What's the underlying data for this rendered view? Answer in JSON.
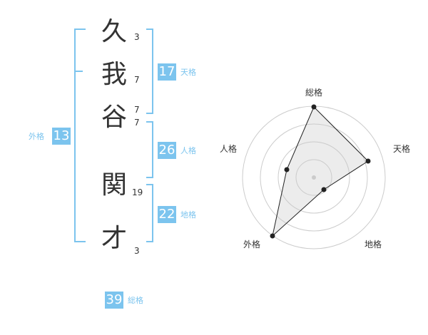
{
  "name": {
    "chars": [
      {
        "char": "久",
        "strokes": "3"
      },
      {
        "char": "我",
        "strokes": "7"
      },
      {
        "char": "谷",
        "strokes": "7"
      },
      {
        "char": "関",
        "strokes": "19"
      },
      {
        "char": "才",
        "strokes": "3"
      }
    ],
    "given_first_strokes": "7"
  },
  "fortune": {
    "tenkaku": {
      "value": "17",
      "label": "天格"
    },
    "jinkaku": {
      "value": "26",
      "label": "人格"
    },
    "chikaku": {
      "value": "22",
      "label": "地格"
    },
    "gaikaku": {
      "value": "13",
      "label": "外格"
    },
    "soukaku": {
      "value": "39",
      "label": "総格"
    }
  },
  "radar": {
    "axes": [
      "総格",
      "天格",
      "地格",
      "外格",
      "人格"
    ]
  },
  "colors": {
    "accent": "#7cc4ee",
    "text": "#333333"
  }
}
